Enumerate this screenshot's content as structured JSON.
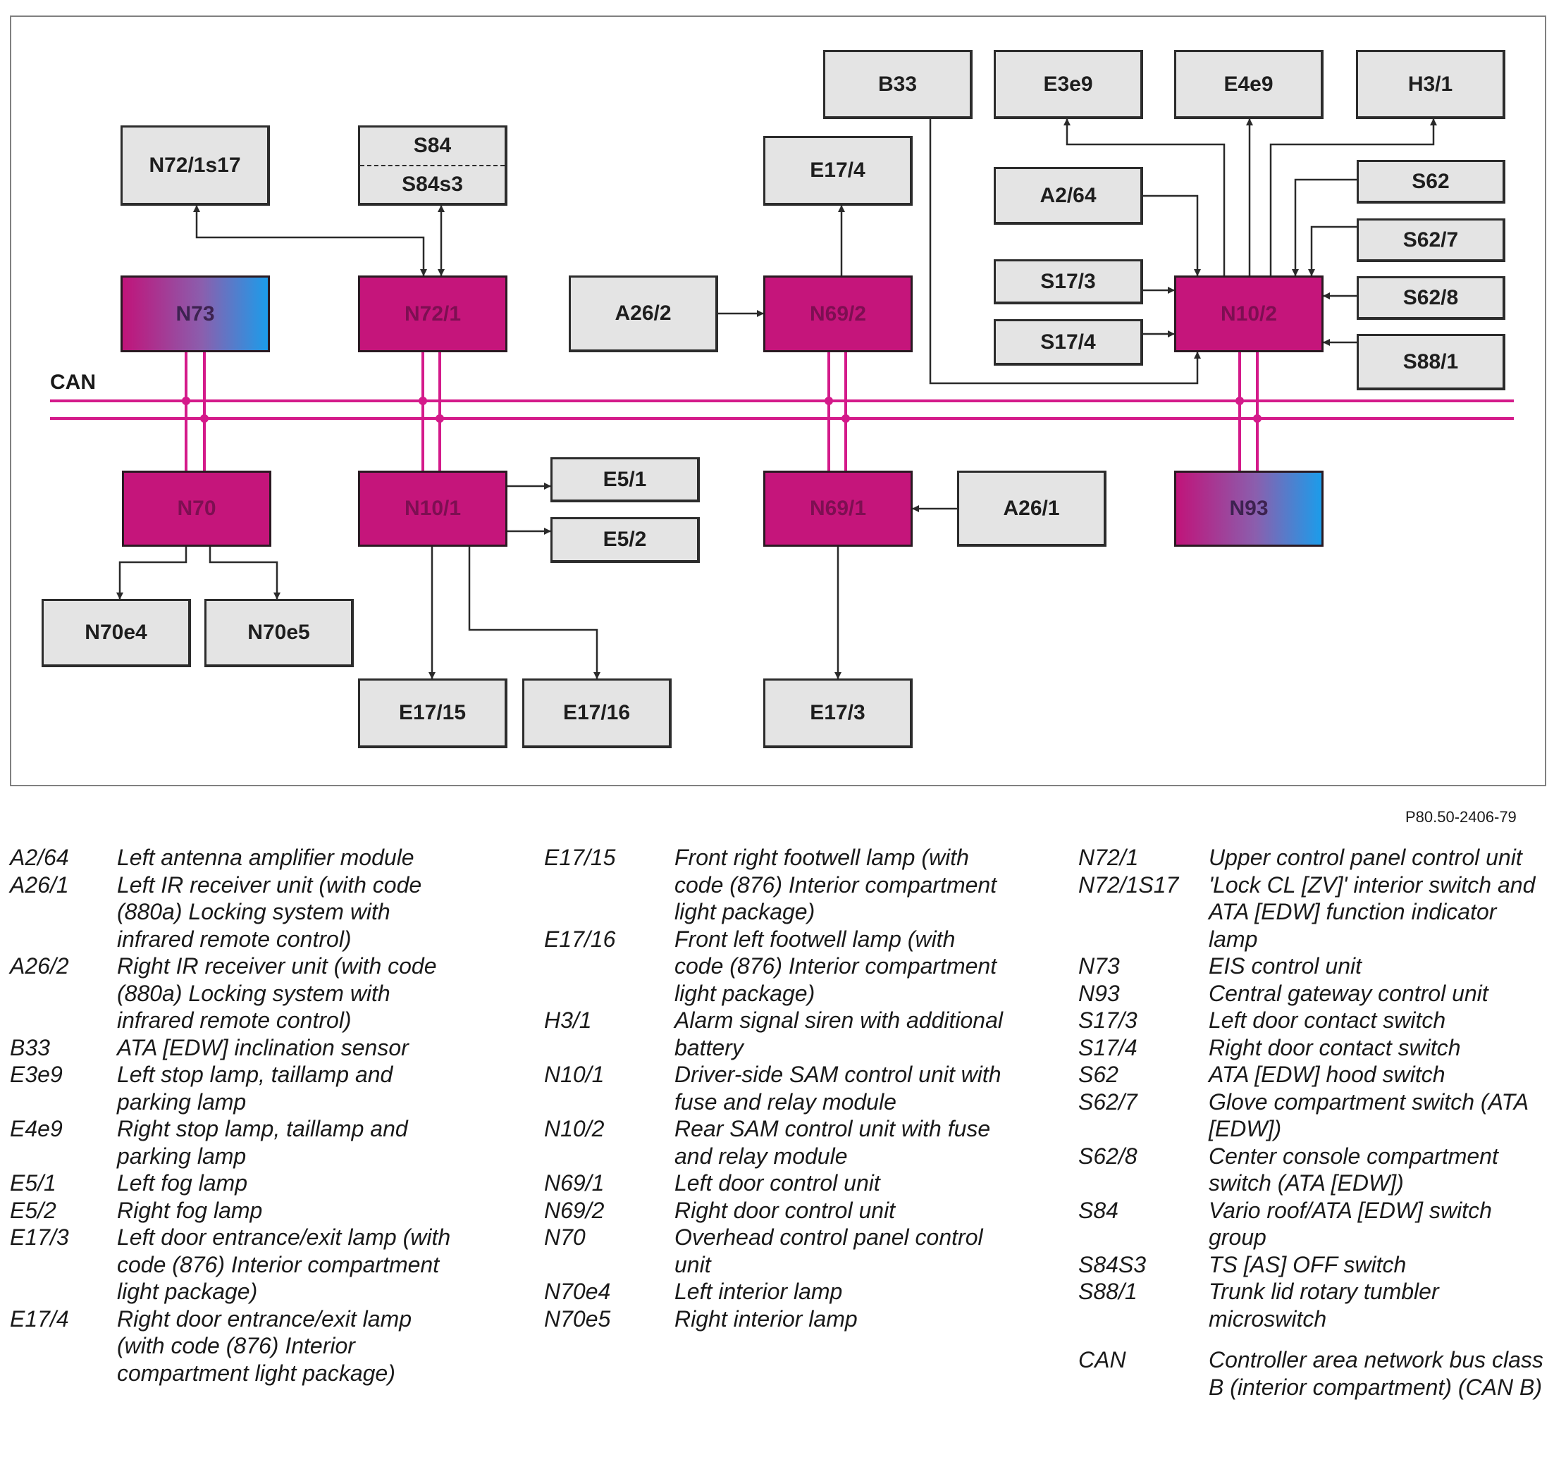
{
  "diagram": {
    "bus_label": "CAN",
    "figure_code": "P80.50-2406-79",
    "colors": {
      "bus": "#d41a8a",
      "control_unit": "#c5157b",
      "gradient_start": "#c0147a",
      "gradient_end": "#1c9cea",
      "component_box": "#e4e4e4"
    },
    "nodes": {
      "N72_1s17": "N72/1s17",
      "S84": "S84",
      "S84s3": "S84s3",
      "B33": "B33",
      "E3e9": "E3e9",
      "E4e9": "E4e9",
      "H3_1": "H3/1",
      "E17_4": "E17/4",
      "A2_64": "A2/64",
      "S62": "S62",
      "S62_7": "S62/7",
      "S62_8": "S62/8",
      "S17_3": "S17/3",
      "S17_4": "S17/4",
      "S88_1": "S88/1",
      "N73": "N73",
      "N72_1": "N72/1",
      "A26_2": "A26/2",
      "N69_2": "N69/2",
      "N10_2": "N10/2",
      "N70": "N70",
      "N10_1": "N10/1",
      "E5_1": "E5/1",
      "E5_2": "E5/2",
      "N69_1": "N69/1",
      "A26_1": "A26/1",
      "N93": "N93",
      "N70e4": "N70e4",
      "N70e5": "N70e5",
      "E17_15": "E17/15",
      "E17_16": "E17/16",
      "E17_3": "E17/3"
    }
  },
  "legend": {
    "columns": [
      [
        {
          "code": "A2/64",
          "desc": "Left antenna amplifier module"
        },
        {
          "code": "A26/1",
          "desc": "Left IR receiver unit (with code (880a) Locking system with infrared remote control)"
        },
        {
          "code": "A26/2",
          "desc": "Right IR receiver unit (with code (880a) Locking system with infrared remote control)"
        },
        {
          "code": "B33",
          "desc": "ATA [EDW] inclination sensor"
        },
        {
          "code": "E3e9",
          "desc": "Left stop lamp, taillamp and parking lamp"
        },
        {
          "code": "E4e9",
          "desc": "Right stop lamp, taillamp and parking lamp"
        },
        {
          "code": "E5/1",
          "desc": "Left fog lamp"
        },
        {
          "code": "E5/2",
          "desc": "Right fog lamp"
        },
        {
          "code": "E17/3",
          "desc": "Left door entrance/exit lamp (with code (876) Interior compartment light package)"
        },
        {
          "code": "E17/4",
          "desc": "Right door entrance/exit lamp (with code (876) Interior compartment light package)"
        }
      ],
      [
        {
          "code": "E17/15",
          "desc": "Front right footwell lamp (with code (876) Interior compartment light package)"
        },
        {
          "code": "E17/16",
          "desc": " Front left footwell lamp (with code (876) Interior compartment light package)"
        },
        {
          "code": "H3/1",
          "desc": "Alarm signal siren with additional battery"
        },
        {
          "code": "N10/1",
          "desc": "Driver-side SAM control unit with fuse and relay module"
        },
        {
          "code": "N10/2",
          "desc": "Rear SAM control unit with fuse and relay module"
        },
        {
          "code": "N69/1",
          "desc": "Left door control unit"
        },
        {
          "code": "N69/2",
          "desc": "Right door control unit"
        },
        {
          "code": "N70",
          "desc": "Overhead control panel control unit"
        },
        {
          "code": "N70e4",
          "desc": "Left interior lamp"
        },
        {
          "code": "N70e5",
          "desc": "Right interior lamp"
        }
      ],
      [
        {
          "code": "N72/1",
          "desc": "Upper control panel control unit"
        },
        {
          "code": "N72/1S17",
          "desc": "'Lock CL [ZV]' interior switch and ATA [EDW] function indicator lamp"
        },
        {
          "code": "N73",
          "desc": "EIS control unit"
        },
        {
          "code": "N93",
          "desc": "Central gateway control unit"
        },
        {
          "code": "S17/3",
          "desc": "Left door contact switch"
        },
        {
          "code": "S17/4",
          "desc": "Right door contact switch"
        },
        {
          "code": "S62",
          "desc": "ATA [EDW] hood switch"
        },
        {
          "code": "S62/7",
          "desc": "Glove compartment switch (ATA [EDW])"
        },
        {
          "code": "S62/8",
          "desc": "Center console compartment switch (ATA [EDW])"
        },
        {
          "code": "S84",
          "desc": "Vario roof/ATA [EDW] switch group"
        },
        {
          "code": "S84S3",
          "desc": "TS [AS] OFF switch"
        },
        {
          "code": "S88/1",
          "desc": "Trunk lid rotary tumbler microswitch"
        },
        {
          "code": "CAN",
          "desc": "Controller area network bus class B (interior compartment) (CAN B)"
        }
      ]
    ]
  }
}
